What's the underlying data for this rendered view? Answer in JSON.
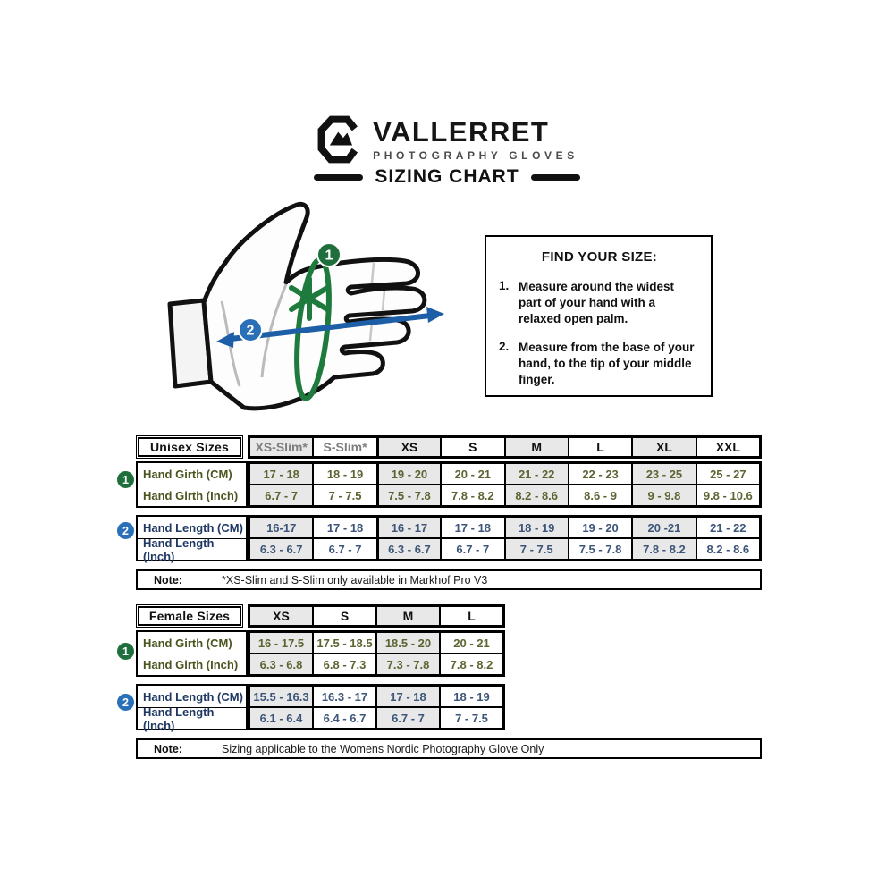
{
  "brand": {
    "name": "VALLERRET",
    "tagline": "PHOTOGRAPHY GLOVES",
    "page_title": "SIZING CHART"
  },
  "find_your_size": {
    "title": "FIND YOUR SIZE:",
    "step1_num": "1.",
    "step1_text": "Measure around the widest part of your hand with a relaxed open palm.",
    "step2_num": "2.",
    "step2_text": "Measure from the base of your hand, to the tip of your middle finger.",
    "girth_badge": "1",
    "length_badge": "2"
  },
  "unisex": {
    "title": "Unisex Sizes",
    "headers": [
      "XS-Slim*",
      "S-Slim*",
      "XS",
      "S",
      "M",
      "L",
      "XL",
      "XXL"
    ],
    "rows": [
      {
        "label": "Hand Girth (CM)",
        "values": [
          "17 - 18",
          "18 - 19",
          "19 - 20",
          "20 - 21",
          "21 - 22",
          "22 - 23",
          "23 - 25",
          "25 - 27"
        ]
      },
      {
        "label": "Hand Girth (Inch)",
        "values": [
          "6.7 - 7",
          "7 - 7.5",
          "7.5 - 7.8",
          "7.8 - 8.2",
          "8.2 - 8.6",
          "8.6 - 9",
          "9 - 9.8",
          "9.8 - 10.6"
        ]
      },
      {
        "label": "Hand Length (CM)",
        "values": [
          "16-17",
          "17 - 18",
          "16 - 17",
          "17 - 18",
          "18 - 19",
          "19 - 20",
          "20 -21",
          "21 - 22"
        ]
      },
      {
        "label": "Hand Length (Inch)",
        "values": [
          "6.3 - 6.7",
          "6.7 - 7",
          "6.3 - 6.7",
          "6.7 - 7",
          "7 - 7.5",
          "7.5 - 7.8",
          "7.8 - 8.2",
          "8.2 - 8.6"
        ]
      }
    ],
    "note_label": "Note:",
    "note": "*XS-Slim and S-Slim only available in Markhof Pro V3"
  },
  "female": {
    "title": "Female Sizes",
    "headers": [
      "XS",
      "S",
      "M",
      "L"
    ],
    "rows": [
      {
        "label": "Hand Girth (CM)",
        "values": [
          "16 - 17.5",
          "17.5 - 18.5",
          "18.5 - 20",
          "20 - 21"
        ]
      },
      {
        "label": "Hand Girth (Inch)",
        "values": [
          "6.3 - 6.8",
          "6.8 - 7.3",
          "7.3 - 7.8",
          "7.8 - 8.2"
        ]
      },
      {
        "label": "Hand Length (CM)",
        "values": [
          "15.5 - 16.3",
          "16.3 - 17",
          "17 - 18",
          "18 - 19"
        ]
      },
      {
        "label": "Hand Length (Inch)",
        "values": [
          "6.1 - 6.4",
          "6.4 - 6.7",
          "6.7 - 7",
          "7 - 7.5"
        ]
      }
    ],
    "note_label": "Note:",
    "note": "Sizing applicable to the Womens Nordic Photography Glove Only"
  },
  "colors": {
    "girth_text_green": "#4a561f",
    "length_text_navy": "#1f3864",
    "badge_green": "#1e6f3c",
    "badge_blue": "#2a70b8",
    "stripe_gray": "#e8e8e8",
    "slim_header_gray": "#7e7e7e",
    "measure_loop_green": "#1f7a3e",
    "measure_line_blue": "#1d5fa7"
  }
}
